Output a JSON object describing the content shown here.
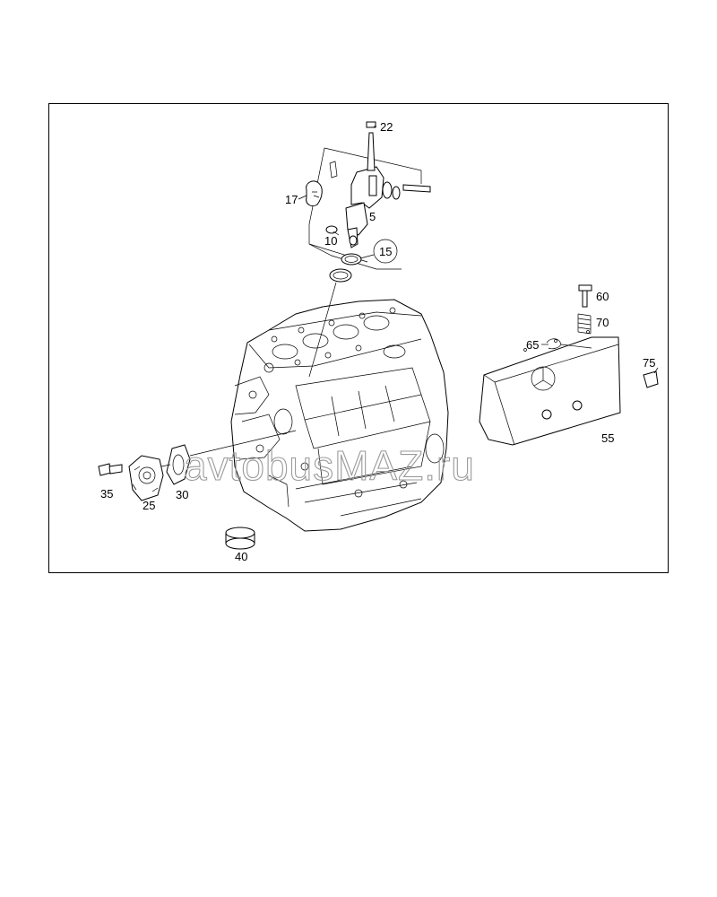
{
  "figure": {
    "watermark": "avtobusMAZ.ru",
    "callouts": {
      "p22": "22",
      "p17": "17",
      "p5": "5",
      "p10": "10",
      "p15": "15",
      "p60": "60",
      "p70": "70",
      "p65": "65",
      "p75": "75",
      "p55": "55",
      "p35": "35",
      "p25": "25",
      "p30": "30",
      "p40": "40"
    }
  }
}
